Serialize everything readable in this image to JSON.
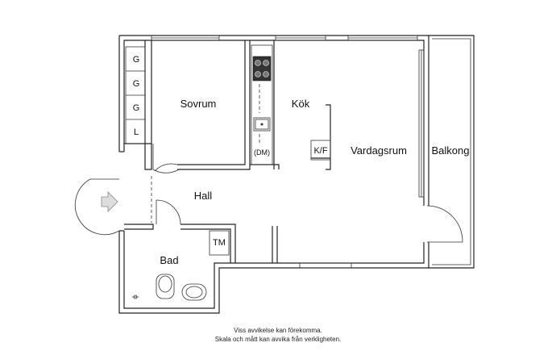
{
  "rooms": {
    "sovrum": "Sovrum",
    "kok": "Kök",
    "vardagsrum": "Vardagsrum",
    "balkong": "Balkong",
    "hall": "Hall",
    "bad": "Bad"
  },
  "fixtures": {
    "wardrobe_1": "G",
    "wardrobe_2": "G",
    "wardrobe_3": "G",
    "wardrobe_4": "L",
    "dishwasher": "(DM)",
    "fridge_freezer": "K/F",
    "washer": "TM"
  },
  "disclaimer": {
    "line1": "Viss avvikelse kan förekomma.",
    "line2": "Skala och mått kan avvika från verkligheten."
  }
}
